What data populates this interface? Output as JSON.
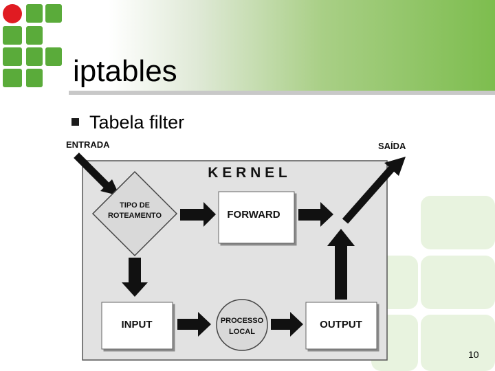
{
  "slide": {
    "title": "iptables",
    "bullet_text": "Tabela filter",
    "page_number": "10"
  },
  "diagram": {
    "entrada_label": "ENTRADA",
    "saida_label": "SAÍDA",
    "kernel_label": "K E R N E L",
    "tipo_line1": "TIPO DE",
    "tipo_line2": "ROTEAMENTO",
    "forward_label": "FORWARD",
    "input_label": "INPUT",
    "processo_line1": "PROCESSO",
    "processo_line2": "LOCAL",
    "output_label": "OUTPUT"
  },
  "colors": {
    "header_green": "#7dbd4e",
    "logo_green": "#5aab3a",
    "logo_red": "#e01b22",
    "tile_green": "#e8f3df"
  }
}
